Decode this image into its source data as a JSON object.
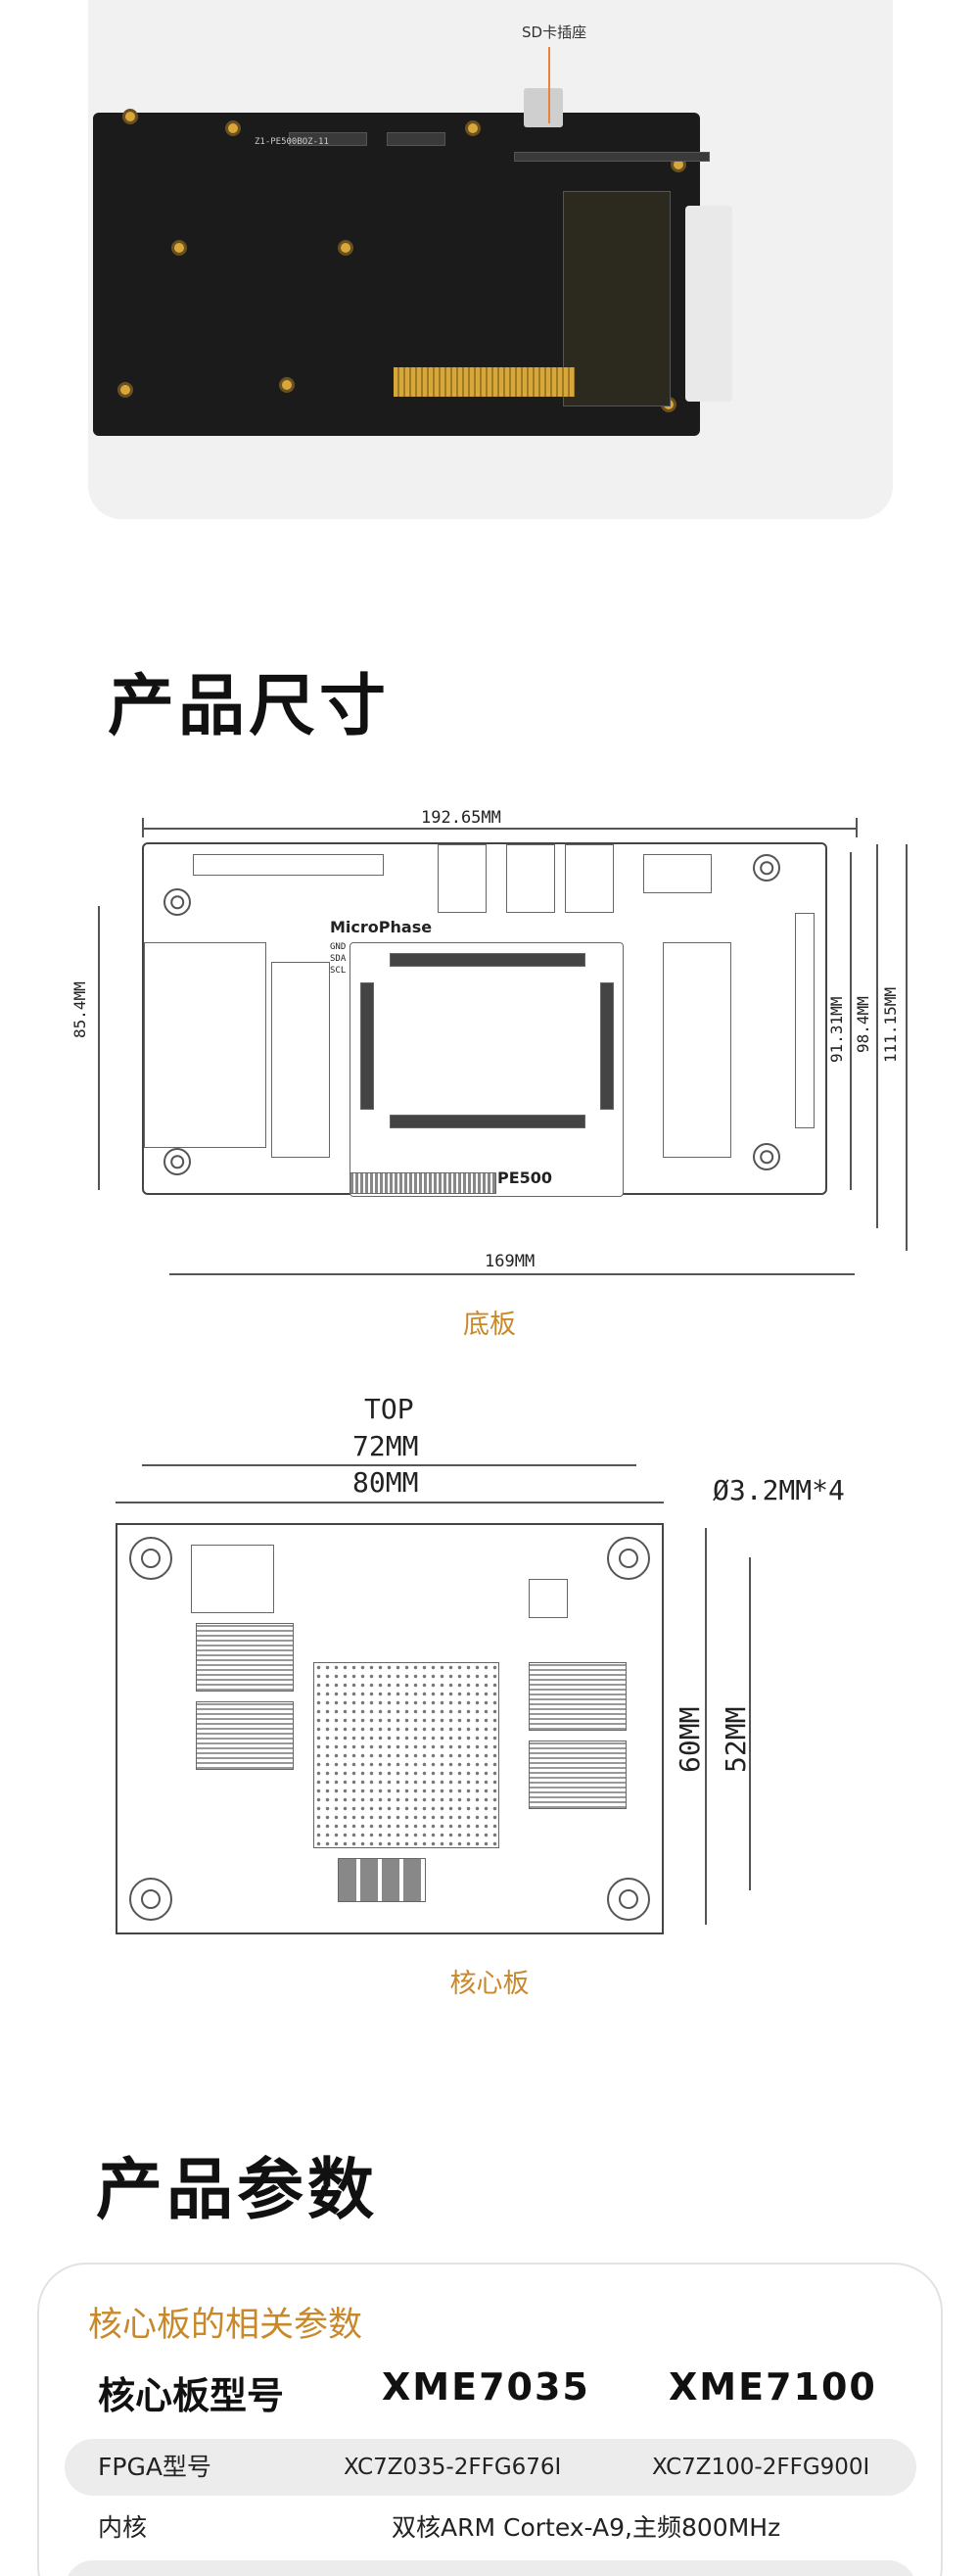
{
  "photo": {
    "sd_label": "SD卡插座",
    "pcb_marking": "Z1-PE500BOZ-11"
  },
  "dimensions": {
    "title": "产品尺寸",
    "base_board": {
      "caption": "底板",
      "width_label": "192.65MM",
      "inner_width_label": "169MM",
      "left_height_label": "85.4MM",
      "right_h1_label": "91.31MM",
      "right_h2_label": "98.4MM",
      "right_h3_label": "111.15MM",
      "logo_text": "MicroPhase",
      "model_text": "PE500",
      "pin_labels": [
        "GND",
        "SDA",
        "SCL"
      ]
    },
    "core_board": {
      "caption": "核心板",
      "top_label": "TOP",
      "inner_width_label": "72MM",
      "outer_width_label": "80MM",
      "hole_label": "Ø3.2MM*4",
      "outer_height_label": "60MM",
      "inner_height_label": "52MM"
    }
  },
  "params": {
    "title": "产品参数",
    "subtitle": "核心板的相关参数",
    "header": {
      "col0": "核心板型号",
      "col1": "XME7035",
      "col2": "XME7100"
    },
    "rows": [
      {
        "label": "FPGA型号",
        "v1": "XC7Z035-2FFG676I",
        "v2": "XC7Z100-2FFG900I"
      },
      {
        "label": "内核",
        "merged": "双核ARM Cortex-A9,主频800MHz"
      }
    ]
  }
}
